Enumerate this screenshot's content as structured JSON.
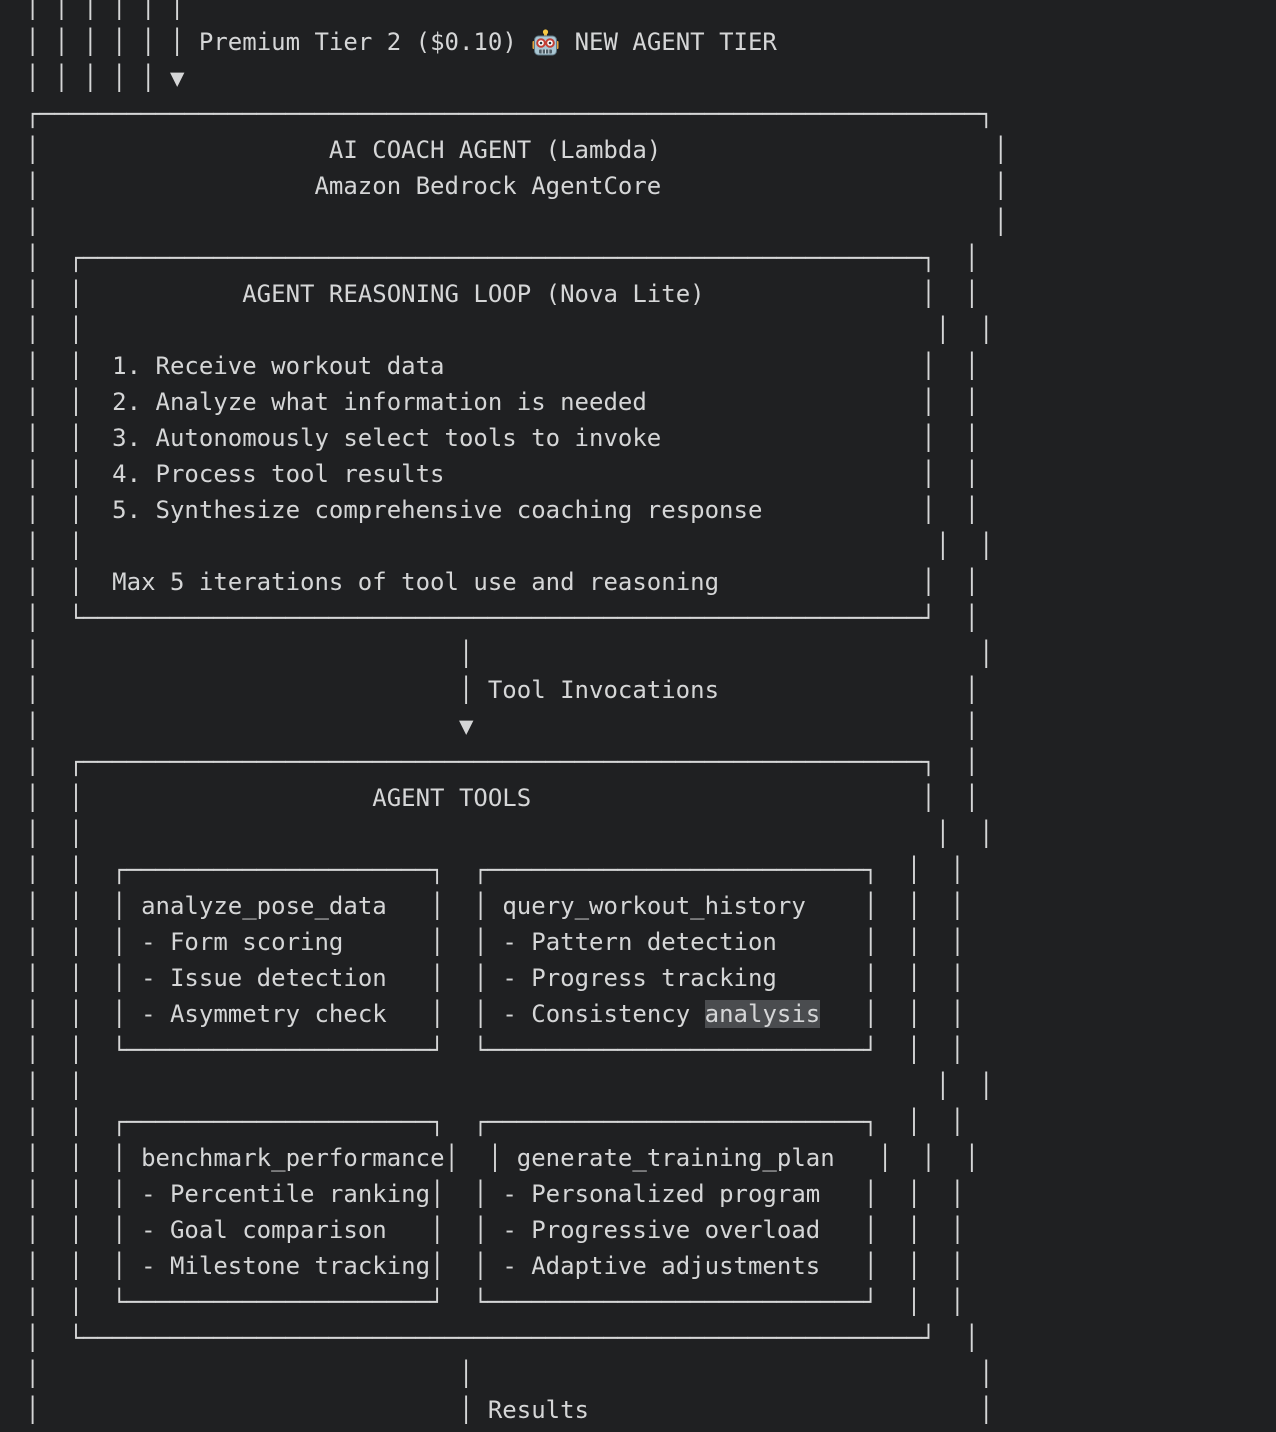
{
  "colors": {
    "background": "#1f2022",
    "foreground": "#d5d6d7",
    "highlight": "#4a4c4f"
  },
  "terminal": {
    "rows": [
      {
        "segs": [
          {
            "c": 1,
            "t": "│"
          },
          {
            "c": 3,
            "t": "│"
          },
          {
            "c": 5,
            "t": "│"
          },
          {
            "c": 7,
            "t": "│"
          },
          {
            "c": 9,
            "t": "│"
          },
          {
            "c": 11,
            "t": "│"
          }
        ]
      },
      {
        "segs": [
          {
            "c": 1,
            "t": "│"
          },
          {
            "c": 3,
            "t": "│"
          },
          {
            "c": 5,
            "t": "│"
          },
          {
            "c": 7,
            "t": "│"
          },
          {
            "c": 9,
            "t": "│"
          },
          {
            "c": 11,
            "t": "│"
          },
          {
            "c": 13,
            "t": "Premium Tier 2 ($0.10)",
            "name": "premium-tier-label"
          },
          {
            "c": 36,
            "t": "🤖",
            "icon": "robot",
            "w": 2,
            "name": "robot-icon"
          },
          {
            "c": 39,
            "t": "NEW AGENT TIER",
            "name": "new-agent-tier-label"
          }
        ]
      },
      {
        "segs": [
          {
            "c": 1,
            "t": "│"
          },
          {
            "c": 3,
            "t": "│"
          },
          {
            "c": 5,
            "t": "│"
          },
          {
            "c": 7,
            "t": "│"
          },
          {
            "c": 9,
            "t": "│"
          },
          {
            "c": 11,
            "t": "▼",
            "icon": "arrow",
            "name": "flow-arrow-down-icon"
          }
        ]
      },
      {
        "segs": [
          {
            "c": 1,
            "box": "┌┐",
            "to": 67,
            "name": "agent-box-top-border"
          }
        ]
      },
      {
        "segs": [
          {
            "c": 1,
            "t": "│"
          },
          {
            "c": 22,
            "t": "AI COACH AGENT (Lambda)",
            "name": "agent-box-title"
          },
          {
            "c": 68,
            "t": "│"
          }
        ]
      },
      {
        "segs": [
          {
            "c": 1,
            "t": "│"
          },
          {
            "c": 21,
            "t": "Amazon Bedrock AgentCore",
            "name": "agent-box-subtitle"
          },
          {
            "c": 68,
            "t": "│"
          }
        ]
      },
      {
        "segs": [
          {
            "c": 1,
            "t": "│"
          },
          {
            "c": 68,
            "t": "│"
          }
        ]
      },
      {
        "segs": [
          {
            "c": 1,
            "t": "│"
          },
          {
            "c": 4,
            "box": "┌┐",
            "to": 63,
            "name": "reasoning-box-top-border"
          },
          {
            "c": 66,
            "t": "│"
          }
        ]
      },
      {
        "segs": [
          {
            "c": 1,
            "t": "│"
          },
          {
            "c": 4,
            "t": "│"
          },
          {
            "c": 16,
            "t": "AGENT REASONING LOOP (Nova Lite)",
            "name": "reasoning-loop-title"
          },
          {
            "c": 63,
            "t": "│"
          },
          {
            "c": 66,
            "t": "│"
          }
        ]
      },
      {
        "segs": [
          {
            "c": 1,
            "t": "│"
          },
          {
            "c": 4,
            "t": "│"
          },
          {
            "c": 64,
            "t": "│"
          },
          {
            "c": 67,
            "t": "│"
          }
        ]
      },
      {
        "segs": [
          {
            "c": 1,
            "t": "│"
          },
          {
            "c": 4,
            "t": "│"
          },
          {
            "c": 7,
            "t": "1. Receive workout data",
            "name": "reasoning-step-1"
          },
          {
            "c": 63,
            "t": "│"
          },
          {
            "c": 66,
            "t": "│"
          }
        ]
      },
      {
        "segs": [
          {
            "c": 1,
            "t": "│"
          },
          {
            "c": 4,
            "t": "│"
          },
          {
            "c": 7,
            "t": "2. Analyze what information is needed",
            "name": "reasoning-step-2"
          },
          {
            "c": 63,
            "t": "│"
          },
          {
            "c": 66,
            "t": "│"
          }
        ]
      },
      {
        "segs": [
          {
            "c": 1,
            "t": "│"
          },
          {
            "c": 4,
            "t": "│"
          },
          {
            "c": 7,
            "t": "3. Autonomously select tools to invoke",
            "name": "reasoning-step-3"
          },
          {
            "c": 63,
            "t": "│"
          },
          {
            "c": 66,
            "t": "│"
          }
        ]
      },
      {
        "segs": [
          {
            "c": 1,
            "t": "│"
          },
          {
            "c": 4,
            "t": "│"
          },
          {
            "c": 7,
            "t": "4. Process tool results",
            "name": "reasoning-step-4"
          },
          {
            "c": 63,
            "t": "│"
          },
          {
            "c": 66,
            "t": "│"
          }
        ]
      },
      {
        "segs": [
          {
            "c": 1,
            "t": "│"
          },
          {
            "c": 4,
            "t": "│"
          },
          {
            "c": 7,
            "t": "5. Synthesize comprehensive coaching response",
            "name": "reasoning-step-5"
          },
          {
            "c": 63,
            "t": "│"
          },
          {
            "c": 66,
            "t": "│"
          }
        ]
      },
      {
        "segs": [
          {
            "c": 1,
            "t": "│"
          },
          {
            "c": 4,
            "t": "│"
          },
          {
            "c": 64,
            "t": "│"
          },
          {
            "c": 67,
            "t": "│"
          }
        ]
      },
      {
        "segs": [
          {
            "c": 1,
            "t": "│"
          },
          {
            "c": 4,
            "t": "│"
          },
          {
            "c": 7,
            "t": "Max 5 iterations of tool use and reasoning",
            "name": "iterations-note"
          },
          {
            "c": 63,
            "t": "│"
          },
          {
            "c": 66,
            "t": "│"
          }
        ]
      },
      {
        "segs": [
          {
            "c": 1,
            "t": "│"
          },
          {
            "c": 4,
            "box": "└┘",
            "to": 63,
            "name": "reasoning-box-bottom-border"
          },
          {
            "c": 66,
            "t": "│"
          }
        ]
      },
      {
        "segs": [
          {
            "c": 1,
            "t": "│"
          },
          {
            "c": 31,
            "t": "│"
          },
          {
            "c": 67,
            "t": "│"
          }
        ]
      },
      {
        "segs": [
          {
            "c": 1,
            "t": "│"
          },
          {
            "c": 31,
            "t": "│"
          },
          {
            "c": 33,
            "t": "Tool Invocations",
            "name": "tool-invocations-label"
          },
          {
            "c": 66,
            "t": "│"
          }
        ]
      },
      {
        "segs": [
          {
            "c": 1,
            "t": "│"
          },
          {
            "c": 31,
            "t": "▼",
            "icon": "arrow",
            "name": "flow-arrow-down-icon"
          },
          {
            "c": 66,
            "t": "│"
          }
        ]
      },
      {
        "segs": [
          {
            "c": 1,
            "t": "│"
          },
          {
            "c": 4,
            "box": "┌┐",
            "to": 63,
            "name": "agent-tools-top-border"
          },
          {
            "c": 66,
            "t": "│"
          }
        ]
      },
      {
        "segs": [
          {
            "c": 1,
            "t": "│"
          },
          {
            "c": 4,
            "t": "│"
          },
          {
            "c": 25,
            "t": "AGENT TOOLS",
            "name": "agent-tools-title"
          },
          {
            "c": 63,
            "t": "│"
          },
          {
            "c": 66,
            "t": "│"
          }
        ]
      },
      {
        "segs": [
          {
            "c": 1,
            "t": "│"
          },
          {
            "c": 4,
            "t": "│"
          },
          {
            "c": 64,
            "t": "│"
          },
          {
            "c": 67,
            "t": "│"
          }
        ]
      },
      {
        "segs": [
          {
            "c": 1,
            "t": "│"
          },
          {
            "c": 4,
            "t": "│"
          },
          {
            "c": 7,
            "box": "┌┐",
            "to": 29,
            "name": "pose-box-top-border"
          },
          {
            "c": 32,
            "box": "┌┐",
            "to": 59,
            "name": "history-box-top-border"
          },
          {
            "c": 62,
            "t": "│"
          },
          {
            "c": 65,
            "t": "│"
          }
        ]
      },
      {
        "segs": [
          {
            "c": 1,
            "t": "│"
          },
          {
            "c": 4,
            "t": "│"
          },
          {
            "c": 7,
            "t": "│"
          },
          {
            "c": 9,
            "t": "analyze_pose_data",
            "name": "tool-name-analyze-pose-data"
          },
          {
            "c": 29,
            "t": "│"
          },
          {
            "c": 32,
            "t": "│"
          },
          {
            "c": 34,
            "t": "query_workout_history",
            "name": "tool-name-query-workout-history"
          },
          {
            "c": 59,
            "t": "│"
          },
          {
            "c": 62,
            "t": "│"
          },
          {
            "c": 65,
            "t": "│"
          }
        ]
      },
      {
        "segs": [
          {
            "c": 1,
            "t": "│"
          },
          {
            "c": 4,
            "t": "│"
          },
          {
            "c": 7,
            "t": "│"
          },
          {
            "c": 9,
            "t": "- Form scoring",
            "name": "tool-feature"
          },
          {
            "c": 29,
            "t": "│"
          },
          {
            "c": 32,
            "t": "│"
          },
          {
            "c": 34,
            "t": "- Pattern detection",
            "name": "tool-feature"
          },
          {
            "c": 59,
            "t": "│"
          },
          {
            "c": 62,
            "t": "│"
          },
          {
            "c": 65,
            "t": "│"
          }
        ]
      },
      {
        "segs": [
          {
            "c": 1,
            "t": "│"
          },
          {
            "c": 4,
            "t": "│"
          },
          {
            "c": 7,
            "t": "│"
          },
          {
            "c": 9,
            "t": "- Issue detection",
            "name": "tool-feature"
          },
          {
            "c": 29,
            "t": "│"
          },
          {
            "c": 32,
            "t": "│"
          },
          {
            "c": 34,
            "t": "- Progress tracking",
            "name": "tool-feature"
          },
          {
            "c": 59,
            "t": "│"
          },
          {
            "c": 62,
            "t": "│"
          },
          {
            "c": 65,
            "t": "│"
          }
        ]
      },
      {
        "segs": [
          {
            "c": 1,
            "t": "│"
          },
          {
            "c": 4,
            "t": "│"
          },
          {
            "c": 7,
            "t": "│"
          },
          {
            "c": 9,
            "t": "- Asymmetry check",
            "name": "tool-feature"
          },
          {
            "c": 29,
            "t": "│"
          },
          {
            "c": 32,
            "t": "│"
          },
          {
            "c": 34,
            "t": "- Consistency ",
            "name": "tool-feature"
          },
          {
            "c": 48,
            "t": "analysis",
            "hl": true,
            "name": "highlighted-text"
          },
          {
            "c": 59,
            "t": "│"
          },
          {
            "c": 62,
            "t": "│"
          },
          {
            "c": 65,
            "t": "│"
          }
        ]
      },
      {
        "segs": [
          {
            "c": 1,
            "t": "│"
          },
          {
            "c": 4,
            "t": "│"
          },
          {
            "c": 7,
            "box": "└┘",
            "to": 29,
            "name": "pose-box-bottom-border"
          },
          {
            "c": 32,
            "box": "└┘",
            "to": 59,
            "name": "history-box-bottom-border"
          },
          {
            "c": 62,
            "t": "│"
          },
          {
            "c": 65,
            "t": "│"
          }
        ]
      },
      {
        "segs": [
          {
            "c": 1,
            "t": "│"
          },
          {
            "c": 4,
            "t": "│"
          },
          {
            "c": 64,
            "t": "│"
          },
          {
            "c": 67,
            "t": "│"
          }
        ]
      },
      {
        "segs": [
          {
            "c": 1,
            "t": "│"
          },
          {
            "c": 4,
            "t": "│"
          },
          {
            "c": 7,
            "box": "┌┐",
            "to": 29,
            "name": "benchmark-box-top-border"
          },
          {
            "c": 32,
            "box": "┌┐",
            "to": 59,
            "name": "plan-box-top-border"
          },
          {
            "c": 62,
            "t": "│"
          },
          {
            "c": 65,
            "t": "│"
          }
        ]
      },
      {
        "segs": [
          {
            "c": 1,
            "t": "│"
          },
          {
            "c": 4,
            "t": "│"
          },
          {
            "c": 7,
            "t": "│"
          },
          {
            "c": 9,
            "t": "benchmark_performance",
            "name": "tool-name-benchmark-performance"
          },
          {
            "c": 30,
            "t": "│"
          },
          {
            "c": 33,
            "t": "│"
          },
          {
            "c": 35,
            "t": "generate_training_plan",
            "name": "tool-name-generate-training-plan"
          },
          {
            "c": 60,
            "t": "│"
          },
          {
            "c": 63,
            "t": "│"
          },
          {
            "c": 66,
            "t": "│"
          }
        ]
      },
      {
        "segs": [
          {
            "c": 1,
            "t": "│"
          },
          {
            "c": 4,
            "t": "│"
          },
          {
            "c": 7,
            "t": "│"
          },
          {
            "c": 9,
            "t": "- Percentile ranking",
            "name": "tool-feature"
          },
          {
            "c": 29,
            "t": "│"
          },
          {
            "c": 32,
            "t": "│"
          },
          {
            "c": 34,
            "t": "- Personalized program",
            "name": "tool-feature"
          },
          {
            "c": 59,
            "t": "│"
          },
          {
            "c": 62,
            "t": "│"
          },
          {
            "c": 65,
            "t": "│"
          }
        ]
      },
      {
        "segs": [
          {
            "c": 1,
            "t": "│"
          },
          {
            "c": 4,
            "t": "│"
          },
          {
            "c": 7,
            "t": "│"
          },
          {
            "c": 9,
            "t": "- Goal comparison",
            "name": "tool-feature"
          },
          {
            "c": 29,
            "t": "│"
          },
          {
            "c": 32,
            "t": "│"
          },
          {
            "c": 34,
            "t": "- Progressive overload",
            "name": "tool-feature"
          },
          {
            "c": 59,
            "t": "│"
          },
          {
            "c": 62,
            "t": "│"
          },
          {
            "c": 65,
            "t": "│"
          }
        ]
      },
      {
        "segs": [
          {
            "c": 1,
            "t": "│"
          },
          {
            "c": 4,
            "t": "│"
          },
          {
            "c": 7,
            "t": "│"
          },
          {
            "c": 9,
            "t": "- Milestone tracking",
            "name": "tool-feature"
          },
          {
            "c": 29,
            "t": "│"
          },
          {
            "c": 32,
            "t": "│"
          },
          {
            "c": 34,
            "t": "- Adaptive adjustments",
            "name": "tool-feature"
          },
          {
            "c": 59,
            "t": "│"
          },
          {
            "c": 62,
            "t": "│"
          },
          {
            "c": 65,
            "t": "│"
          }
        ]
      },
      {
        "segs": [
          {
            "c": 1,
            "t": "│"
          },
          {
            "c": 4,
            "t": "│"
          },
          {
            "c": 7,
            "box": "└┘",
            "to": 29,
            "name": "benchmark-box-bottom-border"
          },
          {
            "c": 32,
            "box": "└┘",
            "to": 59,
            "name": "plan-box-bottom-border"
          },
          {
            "c": 62,
            "t": "│"
          },
          {
            "c": 65,
            "t": "│"
          }
        ]
      },
      {
        "segs": [
          {
            "c": 1,
            "t": "│"
          },
          {
            "c": 4,
            "box": "└┘",
            "to": 63,
            "name": "agent-tools-bottom-border"
          },
          {
            "c": 66,
            "t": "│"
          }
        ]
      },
      {
        "segs": [
          {
            "c": 1,
            "t": "│"
          },
          {
            "c": 31,
            "t": "│"
          },
          {
            "c": 67,
            "t": "│"
          }
        ]
      },
      {
        "segs": [
          {
            "c": 1,
            "t": "│"
          },
          {
            "c": 31,
            "t": "│"
          },
          {
            "c": 33,
            "t": "Results",
            "name": "results-label"
          },
          {
            "c": 67,
            "t": "│"
          }
        ]
      }
    ]
  }
}
